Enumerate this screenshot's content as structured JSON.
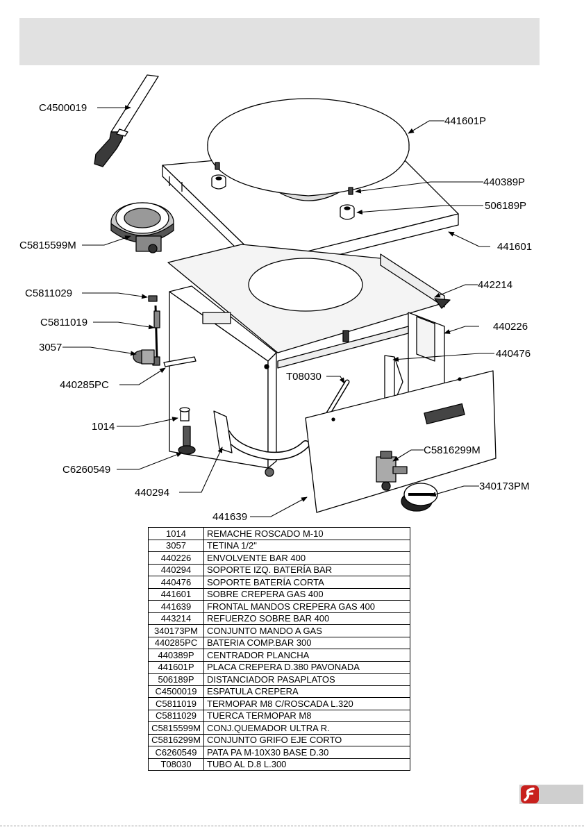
{
  "callouts": {
    "c4500019": "C4500019",
    "p441601p": "441601P",
    "p440389p": "440389P",
    "p506189p": "506189P",
    "c5815599m": "C5815599M",
    "p441601": "441601",
    "c5811029": "C5811029",
    "p442214": "442214",
    "c5811019": "C5811019",
    "p440226": "440226",
    "p3057": "3057",
    "p440476": "440476",
    "p440285pc": "440285PC",
    "t08030": "T08030",
    "p1014": "1014",
    "c5816299m": "C5816299M",
    "c6260549": "C6260549",
    "p340173pm": "340173PM",
    "p440294": "440294",
    "p441639": "441639"
  },
  "parts": [
    {
      "code": "1014",
      "description": "REMACHE ROSCADO M-10"
    },
    {
      "code": "3057",
      "description": "TETINA 1/2\""
    },
    {
      "code": "440226",
      "description": "ENVOLVENTE BAR 400"
    },
    {
      "code": "440294",
      "description": "SOPORTE  IZQ. BATERÍA BAR"
    },
    {
      "code": "440476",
      "description": "SOPORTE BATERÍA CORTA"
    },
    {
      "code": "441601",
      "description": "SOBRE CREPERA GAS 400"
    },
    {
      "code": "441639",
      "description": "FRONTAL MANDOS CREPERA GAS 400"
    },
    {
      "code": "443214",
      "description": "REFUERZO SOBRE BAR 400"
    },
    {
      "code": "340173PM",
      "description": "CONJUNTO MANDO A GAS"
    },
    {
      "code": "440285PC",
      "description": "BATERIA COMP.BAR 300"
    },
    {
      "code": "440389P",
      "description": "CENTRADOR PLANCHA"
    },
    {
      "code": "441601P",
      "description": "PLACA CREPERA D.380 PAVONADA"
    },
    {
      "code": "506189P",
      "description": "DISTANCIADOR PASAPLATOS"
    },
    {
      "code": "C4500019",
      "description": "ESPATULA CREPERA"
    },
    {
      "code": "C5811019",
      "description": "TERMOPAR M8 C/ROSCADA L.320"
    },
    {
      "code": "C5811029",
      "description": "TUERCA TERMOPAR M8"
    },
    {
      "code": "C5815599M",
      "description": "CONJ.QUEMADOR ULTRA R."
    },
    {
      "code": "C5816299M",
      "description": "CONJUNTO GRIFO EJE CORTO"
    },
    {
      "code": "C6260549",
      "description": "PATA PA M-10X30 BASE D.30"
    },
    {
      "code": "T08030",
      "description": "TUBO AL D.8 L.300"
    }
  ],
  "colors": {
    "header_band": "#e1e1e1",
    "logo_box": "#cfcfcf",
    "logo_mark": "#c8201d"
  }
}
